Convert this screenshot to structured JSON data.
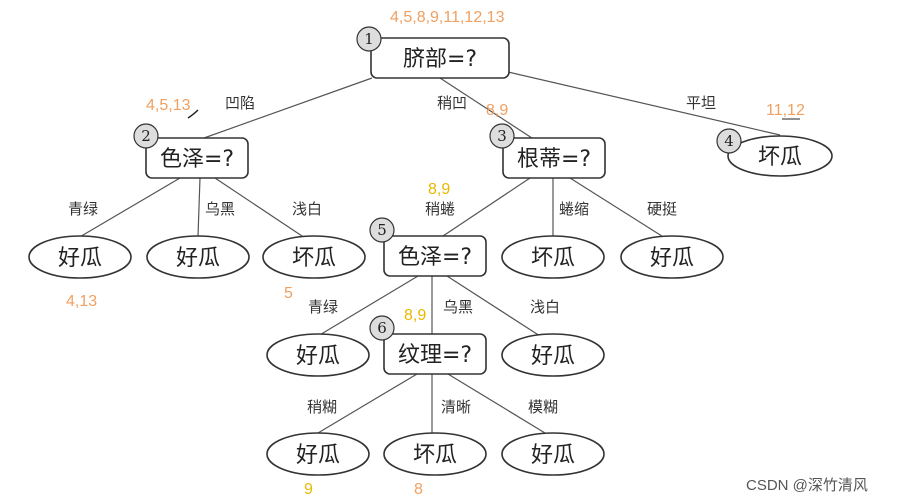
{
  "nodes": {
    "n1": {
      "index": "1",
      "label": "脐部=?"
    },
    "n2": {
      "index": "2",
      "label": "色泽=?"
    },
    "n3": {
      "index": "3",
      "label": "根蒂=?"
    },
    "n4": {
      "index": "4",
      "label": "坏瓜"
    },
    "n5": {
      "index": "5",
      "label": "色泽=?"
    },
    "n6": {
      "index": "6",
      "label": "纹理=?"
    },
    "leaf_2a": {
      "label": "好瓜"
    },
    "leaf_2b": {
      "label": "好瓜"
    },
    "leaf_2c": {
      "label": "坏瓜"
    },
    "leaf_3b": {
      "label": "坏瓜"
    },
    "leaf_3c": {
      "label": "好瓜"
    },
    "leaf_5a": {
      "label": "好瓜"
    },
    "leaf_5c": {
      "label": "好瓜"
    },
    "leaf_6a": {
      "label": "好瓜"
    },
    "leaf_6b": {
      "label": "坏瓜"
    },
    "leaf_6c": {
      "label": "好瓜"
    }
  },
  "edges": {
    "e1_2": "凹陷",
    "e1_3": "稍凹",
    "e1_4": "平坦",
    "e2_a": "青绿",
    "e2_b": "乌黑",
    "e2_c": "浅白",
    "e3_5": "稍蜷",
    "e3_b": "蜷缩",
    "e3_c": "硬挺",
    "e5_a": "青绿",
    "e5_6": "乌黑",
    "e5_c": "浅白",
    "e6_a": "稍糊",
    "e6_b": "清晰",
    "e6_c": "模糊"
  },
  "annotations": {
    "root": "4,5,8,9,11,12,13",
    "n2": "4,5,13",
    "n3": "8,9",
    "n4": "11,12",
    "n5": "8,9",
    "leaf_2a": "4,13",
    "leaf_2c": "5",
    "n6": "8,9",
    "leaf_6a": "9",
    "leaf_6b": "8"
  },
  "colors": {
    "orange": "#f0a060",
    "yellow": "#e8b800"
  },
  "watermark": "CSDN @深竹清风"
}
